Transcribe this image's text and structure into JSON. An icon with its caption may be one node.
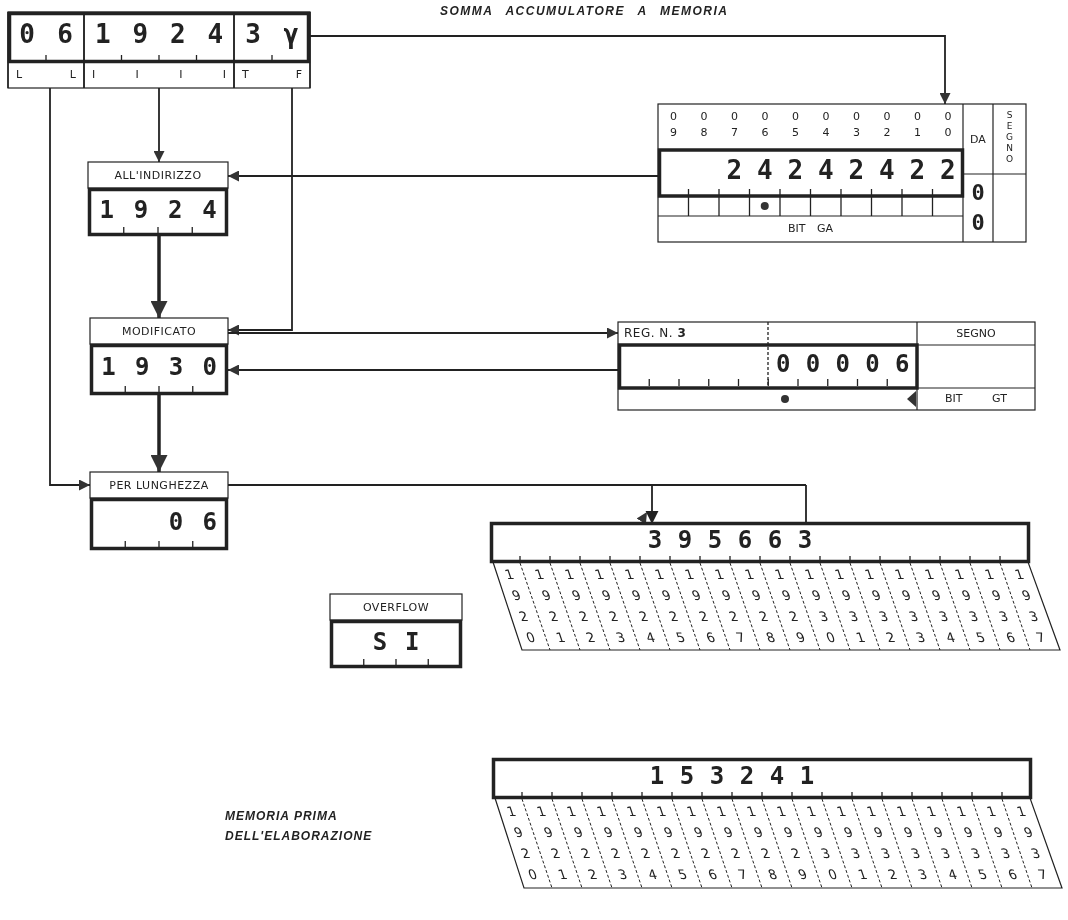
{
  "diagram": {
    "title": "SOMMA ACCUMULATORE A MEMORIA",
    "nodes": [
      {
        "text": [],
        "shape": "box"
      },
      {
        "text": [
          "06",
          "L L"
        ],
        "in": 0
      },
      {
        "text": [
          "1924",
          "I I I I"
        ],
        "in": 0
      },
      {
        "text": [
          "3γ",
          "T F"
        ],
        "in": 0
      },
      {
        "text": [
          "24242422"
        ]
      },
      {
        "text": [
          "ALL'INDIRIZZO",
          "1924"
        ]
      },
      {
        "text": [
          "MODIFICATO",
          "1930"
        ]
      },
      {
        "text": [
          "REG. N. **3**",
          "00006"
        ]
      },
      {
        "text": [
          "PER LUNGHEZZA",
          "06"
        ]
      },
      {
        "text": [
          "395663"
        ]
      },
      {
        "text": [
          "OVERFLOW",
          "SI"
        ]
      },
      {
        "text": [
          "153241"
        ]
      }
    ],
    "edges": [
      {
        "from": 0,
        "to": 4,
        "arrow": "to"
      },
      {
        "from": 2,
        "to": 5,
        "arrow": "to"
      },
      {
        "from": 4,
        "to": 5,
        "arrow": "to"
      },
      {
        "from": 5,
        "to": 6,
        "arrow": "to",
        "style": "thick"
      },
      {
        "from": 3,
        "to": 6,
        "arrow": "to"
      },
      {
        "from": 6,
        "to": 7,
        "arrow": "to"
      },
      {
        "from": 7,
        "to": 6,
        "arrow": "to"
      },
      {
        "from": 6,
        "to": 8,
        "arrow": "to",
        "style": "thick"
      },
      {
        "from": 1,
        "to": 8,
        "arrow": "to"
      },
      {
        "from": 8,
        "to": 9,
        "arrow": "to"
      }
    ],
    "labels": [
      "09",
      "08",
      "07",
      "06",
      "05",
      "04",
      "03",
      "02",
      "01",
      "00",
      "DA",
      "SEGNO",
      "0",
      "0",
      "BIT GA",
      "SEGNO",
      "BIT GT",
      "1920",
      "1921",
      "1922",
      "1923",
      "1924",
      "1925",
      "1926",
      "1927",
      "1928",
      "1929",
      "1930",
      "1931",
      "1932",
      "1933",
      "1934",
      "1935",
      "1936",
      "1937",
      "MEMORIA PRIMA DELL'ELABORAZIONE",
      "1920",
      "1921",
      "1922",
      "1923",
      "1924",
      "1925",
      "1926",
      "1927",
      "1928",
      "1929",
      "1930",
      "1931",
      "1932",
      "1933",
      "1934",
      "1935",
      "1936",
      "1937"
    ]
  }
}
